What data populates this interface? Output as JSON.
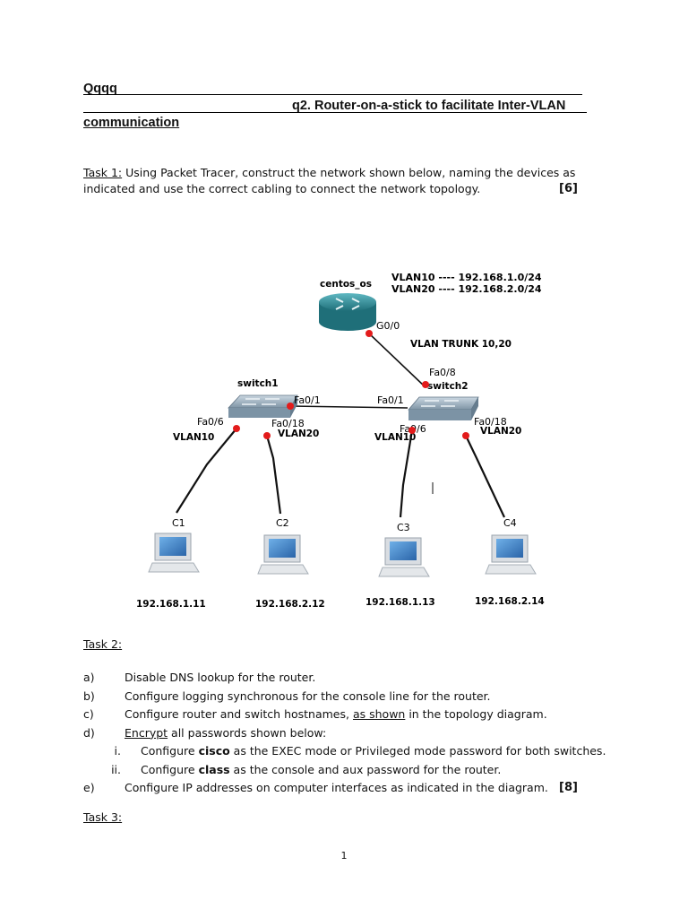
{
  "header": {
    "line1": "Qqqq",
    "line2": "q2. Router-on-a-stick to facilitate Inter-VLAN",
    "line3": "communication"
  },
  "task1": {
    "label": "Task 1:",
    "text_line1": " Using Packet Tracer, construct the network shown below, naming the devices as",
    "text_line2": "indicated and use the correct cabling to connect the network topology.",
    "marks": "[6]"
  },
  "diagram": {
    "router": {
      "name": "centos_os",
      "port": "G0/0"
    },
    "vlan_legend": [
      "VLAN10 ---- 192.168.1.0/24",
      "VLAN20 ---- 192.168.2.0/24"
    ],
    "trunk_label": "VLAN TRUNK 10,20",
    "switch1": {
      "name": "switch1",
      "port_trunk": "Fa0/1",
      "port_a": "Fa0/6",
      "vlan_a": "VLAN10",
      "port_b": "Fa0/18",
      "vlan_b": "VLAN20"
    },
    "switch2": {
      "name": "switch2",
      "port_up": "Fa0/8",
      "port_trunk": "Fa0/1",
      "port_a": "Fa0/6",
      "vlan_a": "VLAN10",
      "port_b": "Fa0/18",
      "vlan_b": "VLAN20"
    },
    "pcs": [
      {
        "name": "C1",
        "ip": "192.168.1.11"
      },
      {
        "name": "C2",
        "ip": "192.168.2.12"
      },
      {
        "name": "C3",
        "ip": "192.168.1.13"
      },
      {
        "name": "C4",
        "ip": "192.168.2.14"
      }
    ],
    "colors": {
      "port_dot": "#e31b1b",
      "router_body": "#2f8f9a",
      "switch_body": "#8fa3b3",
      "screen": "#3a7fc2"
    }
  },
  "task2": {
    "label": "Task 2:",
    "items": [
      {
        "marker": "a)",
        "parts": [
          {
            "t": "Disable DNS lookup for the router."
          }
        ]
      },
      {
        "marker": "b)",
        "parts": [
          {
            "t": "Configure logging synchronous for the console line for the router."
          }
        ]
      },
      {
        "marker": "c)",
        "parts": [
          {
            "t": "Configure router and switch hostnames, "
          },
          {
            "t": "as shown",
            "u": true
          },
          {
            "t": " in the topology diagram."
          }
        ]
      },
      {
        "marker": "d)",
        "parts": [
          {
            "t": "Encrypt",
            "u": true
          },
          {
            "t": " all passwords shown below:"
          }
        ]
      },
      {
        "marker": "i.",
        "sub": true,
        "parts": [
          {
            "t": "Configure "
          },
          {
            "t": "cisco",
            "b": true
          },
          {
            "t": " as the EXEC mode or Privileged mode password for both switches."
          }
        ]
      },
      {
        "marker": "ii.",
        "sub": true,
        "parts": [
          {
            "t": "Configure "
          },
          {
            "t": "class",
            "b": true
          },
          {
            "t": " as the console and aux password for the router."
          }
        ]
      },
      {
        "marker": "e)",
        "parts": [
          {
            "t": "Configure IP addresses on computer interfaces as indicated in the diagram."
          }
        ],
        "marks": "[8]"
      }
    ]
  },
  "task3": {
    "label": "Task 3:"
  },
  "footer": {
    "page_number": "1"
  }
}
